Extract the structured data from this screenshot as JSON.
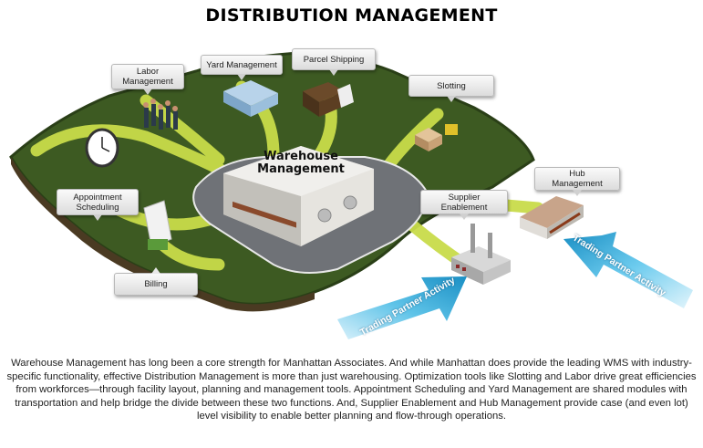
{
  "title": "DISTRIBUTION MANAGEMENT",
  "center": {
    "line1": "Warehouse",
    "line2": "Management"
  },
  "labels": {
    "labor": {
      "line1": "Labor",
      "line2": "Management"
    },
    "yard": "Yard Management",
    "parcel": "Parcel Shipping",
    "slotting": "Slotting",
    "appointment": {
      "line1": "Appointment",
      "line2": "Scheduling"
    },
    "billing": "Billing",
    "supplier": {
      "line1": "Supplier",
      "line2": "Enablement"
    },
    "hub": {
      "line1": "Hub",
      "line2": "Management"
    }
  },
  "arrows": {
    "left": "Trading Partner Activity",
    "right": "Trading Partner Activity"
  },
  "colors": {
    "ground": "#3d5a22",
    "path": "#c9dc4a",
    "road": "#707378",
    "arrow": "#2aa4d4"
  },
  "description": "Warehouse Management has long been a core strength for Manhattan Associates. And while Manhattan does provide the leading WMS with industry-specific functionality, effective Distribution Management is more than just warehousing. Optimization tools like Slotting and Labor drive great efficiencies from workforces—through facility layout, planning and management tools. Appointment Scheduling and Yard Management are shared modules with transportation and help bridge the divide between these two functions. And, Supplier Enablement and Hub Management provide case (and even lot) level visibility to enable better planning and flow-through operations."
}
